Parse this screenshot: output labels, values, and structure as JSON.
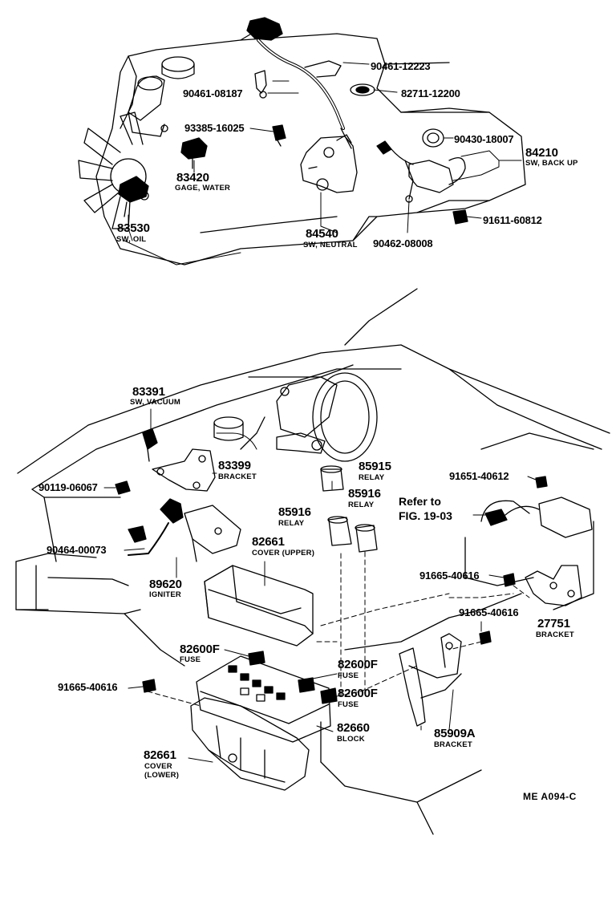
{
  "callouts": {
    "p90461_12223": "90461-12223",
    "p90461_08187": "90461-08187",
    "p82711_12200": "82711-12200",
    "p93385_16025": "93385-16025",
    "p90430_18007": "90430-18007",
    "p84210": {
      "num": "84210",
      "desc": "SW, BACK UP"
    },
    "p83420": {
      "num": "83420",
      "desc": "GAGE, WATER"
    },
    "p91611_60812": "91611-60812",
    "p83530": {
      "num": "83530",
      "desc": "SW, OIL"
    },
    "p84540": {
      "num": "84540",
      "desc": "SW, NEUTRAL"
    },
    "p90462_08008": "90462-08008",
    "p83391": {
      "num": "83391",
      "desc": "SW, VACUUM"
    },
    "p83399": {
      "num": "83399",
      "desc": "BRACKET"
    },
    "p85915": {
      "num": "85915",
      "desc": "RELAY"
    },
    "p91651_40612": "91651-40612",
    "p90119_06067": "90119-06067",
    "p85916a": {
      "num": "85916",
      "desc": "RELAY"
    },
    "p85916b": {
      "num": "85916",
      "desc": "RELAY"
    },
    "refer": {
      "line1": "Refer to",
      "line2": "FIG. 19-03"
    },
    "p82661_upper": {
      "num": "82661",
      "desc": "COVER (UPPER)"
    },
    "p90464_00073": "90464-00073",
    "p89620": {
      "num": "89620",
      "desc": "IGNITER"
    },
    "p91665_40616a": "91665-40616",
    "p91665_40616b": "91665-40616",
    "p27751": {
      "num": "27751",
      "desc": "BRACKET"
    },
    "p82600F_a": {
      "num": "82600F",
      "desc": "FUSE"
    },
    "p82600F_b": {
      "num": "82600F",
      "desc": "FUSE"
    },
    "p82600F_c": {
      "num": "82600F",
      "desc": "FUSE"
    },
    "p91665_40616c": "91665-40616",
    "p82660": {
      "num": "82660",
      "desc": "BLOCK"
    },
    "p85909A": {
      "num": "85909A",
      "desc": "BRACKET"
    },
    "p82661_lower": {
      "num": "82661",
      "desc1": "COVER",
      "desc2": "(LOWER)"
    }
  },
  "figure_code": "ME  A094-C"
}
